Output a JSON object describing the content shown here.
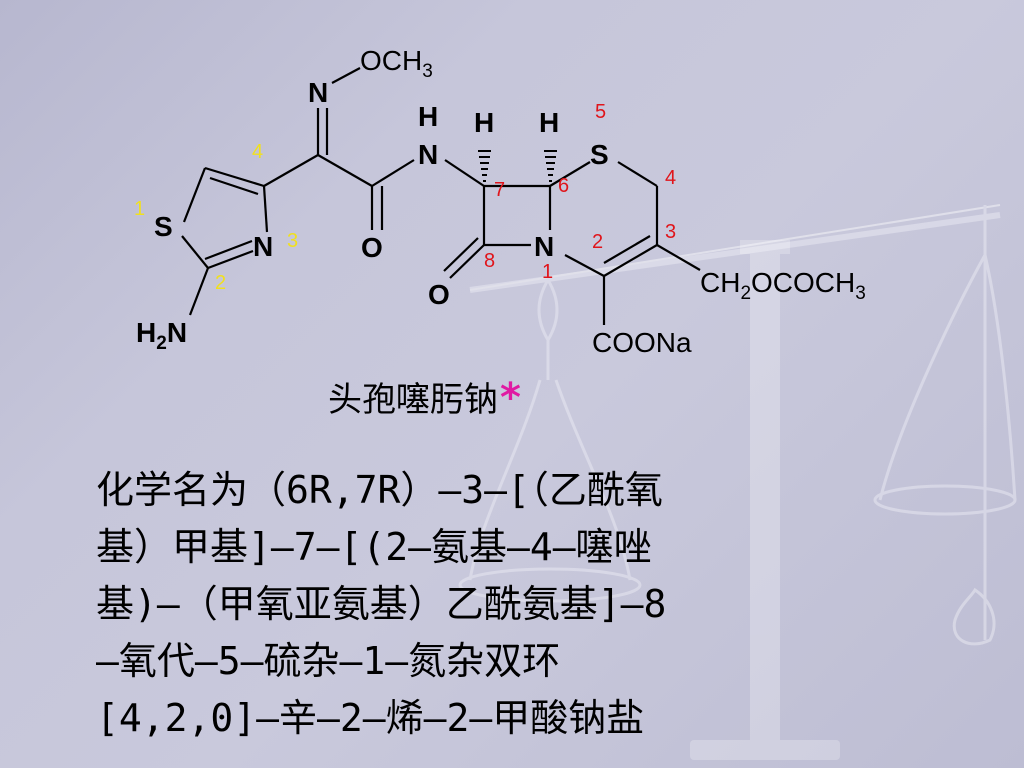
{
  "slide": {
    "compound_title": "头孢噻肟钠",
    "title_marker": "*",
    "chemical_name_lines": [
      "化学名为（6R,7R）—3—[（乙酰氧",
      "基）甲基]—7—[(2—氨基—4—噻唑",
      "基)—（甲氧亚氨基）乙酰氨基]—8",
      "—氧代—5—硫杂—1—氮杂双环",
      "[4,2,0]—辛—2—烯—2—甲酸钠盐"
    ]
  },
  "structure": {
    "atoms": {
      "thiazole_S": "S",
      "thiazole_N": "N",
      "amino": {
        "h": "H",
        "h_sub": "2",
        "n": "N"
      },
      "oxime_N": "N",
      "methoxy": {
        "main": "OCH",
        "sub": "3"
      },
      "amide_O": "O",
      "amide_H": "H",
      "amide_N": "N",
      "h7": "H",
      "h6": "H",
      "ring_S": "S",
      "lactam_N": "N",
      "lactam_O": "O",
      "side_chain": {
        "p1": "CH",
        "s1": "2",
        "p2": "OCOCH",
        "s2": "3"
      },
      "carboxylate": "COONa"
    },
    "thiazole_numbers": [
      "1",
      "2",
      "3",
      "4"
    ],
    "ring_numbers": [
      "1",
      "2",
      "3",
      "4",
      "5",
      "6",
      "7",
      "8"
    ]
  },
  "colors": {
    "locant_red": "#e0151b",
    "locant_yellow": "#f0e020",
    "marker_magenta": "#e01aa3"
  }
}
